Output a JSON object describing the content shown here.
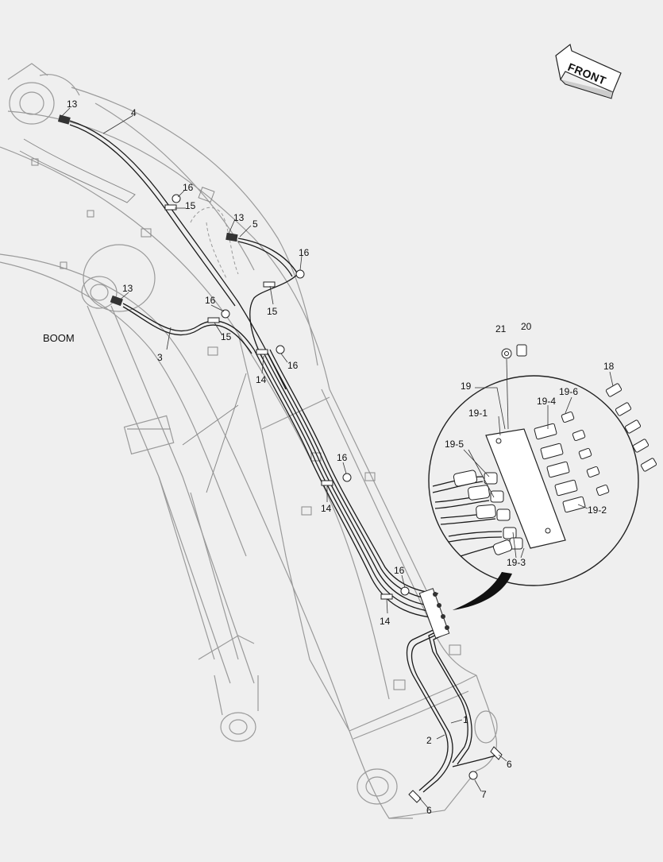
{
  "diagram": {
    "boom_label": "BOOM",
    "front_label": "FRONT",
    "callouts": [
      {
        "id": "c4",
        "text": "4"
      },
      {
        "id": "c13a",
        "text": "13"
      },
      {
        "id": "c16a",
        "text": "16"
      },
      {
        "id": "c15a",
        "text": "15"
      },
      {
        "id": "c13b",
        "text": "13"
      },
      {
        "id": "c5",
        "text": "5"
      },
      {
        "id": "c16b",
        "text": "16"
      },
      {
        "id": "c13c",
        "text": "13"
      },
      {
        "id": "c16c",
        "text": "16"
      },
      {
        "id": "c15b",
        "text": "15"
      },
      {
        "id": "c15c",
        "text": "15"
      },
      {
        "id": "c3",
        "text": "3"
      },
      {
        "id": "c16d",
        "text": "16"
      },
      {
        "id": "c14a",
        "text": "14"
      },
      {
        "id": "c16e",
        "text": "16"
      },
      {
        "id": "c14b",
        "text": "14"
      },
      {
        "id": "c16f",
        "text": "16"
      },
      {
        "id": "c14c",
        "text": "14"
      },
      {
        "id": "c1",
        "text": "1"
      },
      {
        "id": "c2",
        "text": "2"
      },
      {
        "id": "c6a",
        "text": "6"
      },
      {
        "id": "c7",
        "text": "7"
      },
      {
        "id": "c6b",
        "text": "6"
      },
      {
        "id": "c21",
        "text": "21"
      },
      {
        "id": "c20",
        "text": "20"
      },
      {
        "id": "c19",
        "text": "19"
      },
      {
        "id": "c18",
        "text": "18"
      },
      {
        "id": "c19_1",
        "text": "19-1"
      },
      {
        "id": "c19_4",
        "text": "19-4"
      },
      {
        "id": "c19_6",
        "text": "19-6"
      },
      {
        "id": "c19_5",
        "text": "19-5"
      },
      {
        "id": "c19_2",
        "text": "19-2"
      },
      {
        "id": "c19_3",
        "text": "19-3"
      }
    ]
  }
}
